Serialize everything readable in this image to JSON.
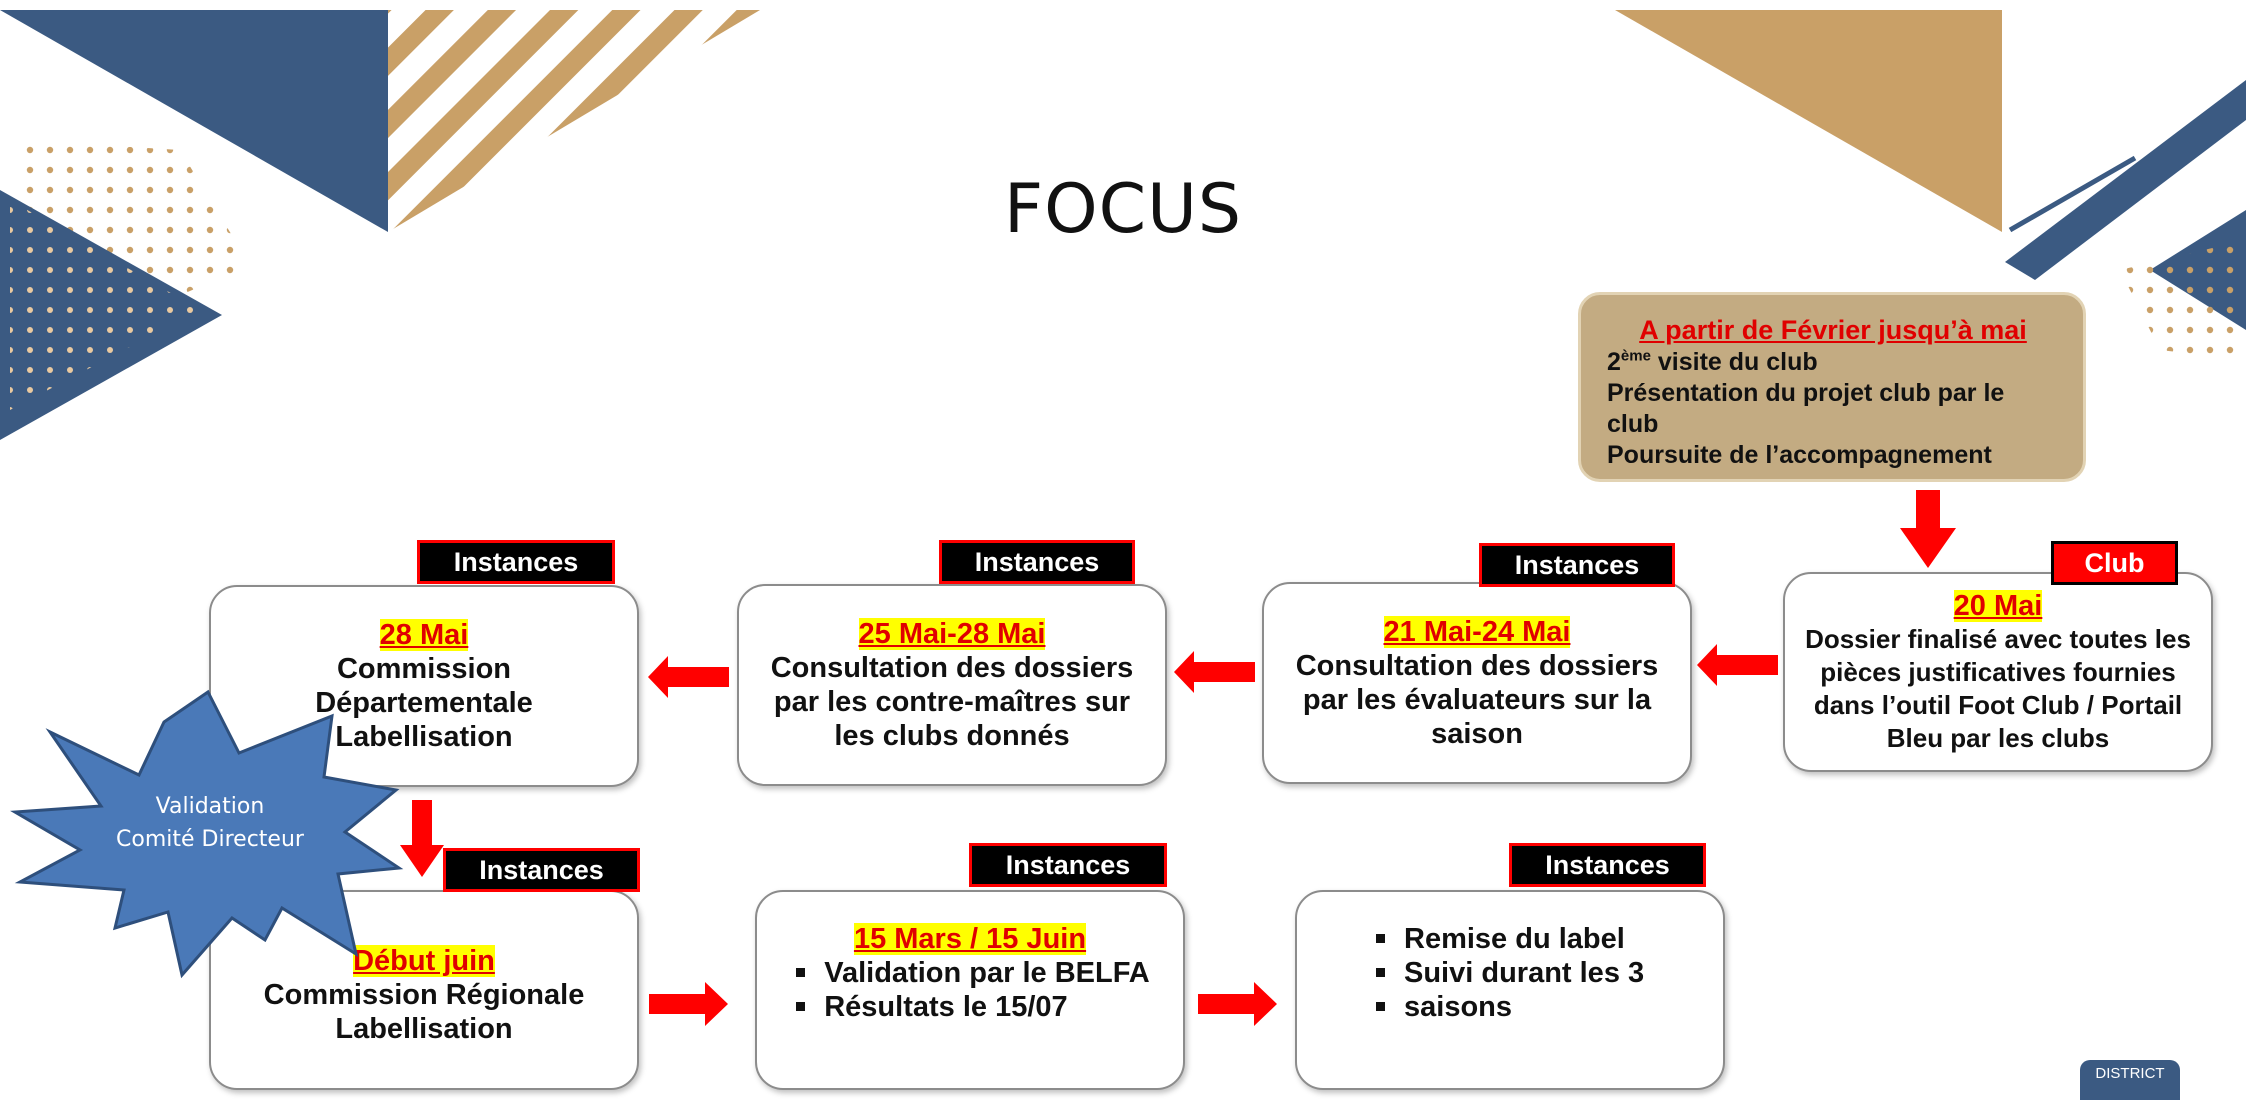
{
  "title": "FOCUS",
  "colors": {
    "navy": "#3b5a82",
    "gold": "#c9a067",
    "red": "#ff0000",
    "highlight": "#ffff00"
  },
  "info_box": {
    "heading": "A partir de Février jusqu’à mai",
    "visit_prefix": "2",
    "visit_sup": "ème",
    "visit_rest": " visite du club",
    "line2": "Présentation du projet club par le",
    "line3": "club",
    "line4": "Poursuite de l’accompagnement"
  },
  "steps": {
    "club": {
      "tag": "Club",
      "date": "20 Mai",
      "lines": [
        "Dossier finalisé avec toutes les",
        "pièces justificatives fournies",
        "dans l’outil Foot Club / Portail",
        "Bleu par les clubs"
      ]
    },
    "evaluateurs": {
      "tag": "Instances",
      "date": "21 Mai-24 Mai",
      "lines": [
        "Consultation des dossiers",
        "par les évaluateurs sur la",
        "saison"
      ]
    },
    "contremaitres": {
      "tag": "Instances",
      "date": "25 Mai-28 Mai",
      "lines": [
        "Consultation des dossiers",
        "par les contre-maîtres sur",
        "les clubs donnés"
      ]
    },
    "departementale": {
      "tag": "Instances",
      "date": "28 Mai",
      "lines": [
        "Commission",
        "Départementale",
        "Labellisation"
      ]
    },
    "regionale": {
      "tag": "Instances",
      "date": "Début juin",
      "lines": [
        "Commission Régionale",
        "Labellisation"
      ]
    },
    "belfa": {
      "tag": "Instances",
      "date": "15 Mars / 15 Juin",
      "bullets": [
        "Validation par le BELFA",
        "Résultats le 15/07"
      ]
    },
    "remise": {
      "tag": "Instances",
      "bullets": [
        "Remise du label",
        "Suivi durant les 3",
        "saisons"
      ]
    }
  },
  "starburst": {
    "line1": "Validation",
    "line2": "Comité Directeur"
  },
  "logo_badge": "DISTRICT"
}
